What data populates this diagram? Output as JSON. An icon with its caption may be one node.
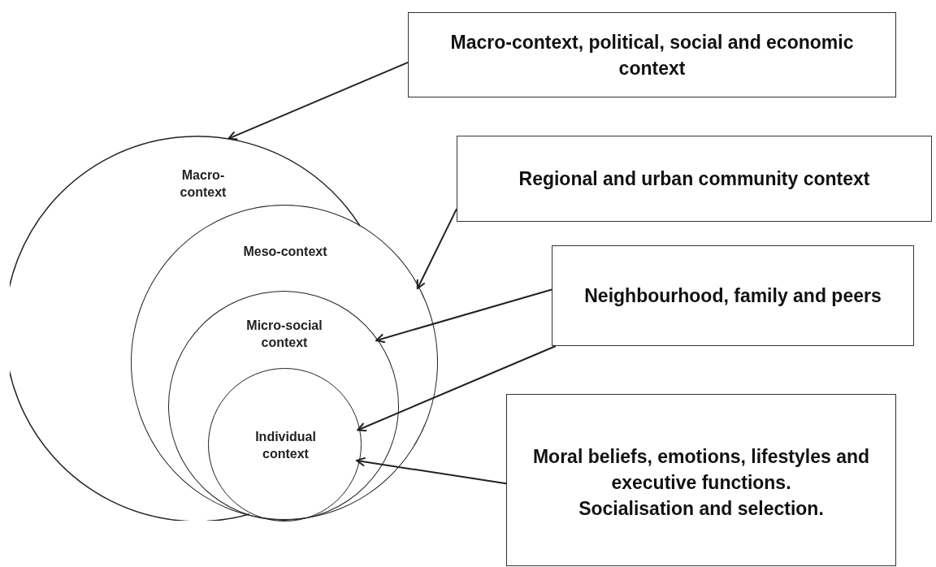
{
  "diagram": {
    "nodes": [
      {
        "text": [
          "Macro-context"
        ]
      },
      {
        "text": [
          "Meso-context"
        ]
      },
      {
        "text": [
          "Micro-social context"
        ],
        "in": 1
      },
      {
        "text": [
          "Individual context"
        ],
        "in": 2
      },
      {
        "text": [
          "Macro-context, political, social and economic context"
        ]
      },
      {
        "text": [
          "Regional and urban community context"
        ]
      },
      {
        "text": [
          "Neighbourhood, family and peers"
        ]
      },
      {
        "text": [
          "Moral beliefs, emotions, lifestyles and executive functions.",
          "Socialisation and selection."
        ]
      }
    ],
    "edges": [
      {
        "from": 4,
        "to": 0,
        "arrow": "to"
      },
      {
        "from": 5,
        "to": 1,
        "arrow": "to"
      },
      {
        "from": 6,
        "to": 2,
        "arrow": "to"
      },
      {
        "from": 6,
        "to": 3,
        "arrow": "to"
      },
      {
        "from": 7,
        "to": 3,
        "arrow": "to"
      }
    ]
  }
}
